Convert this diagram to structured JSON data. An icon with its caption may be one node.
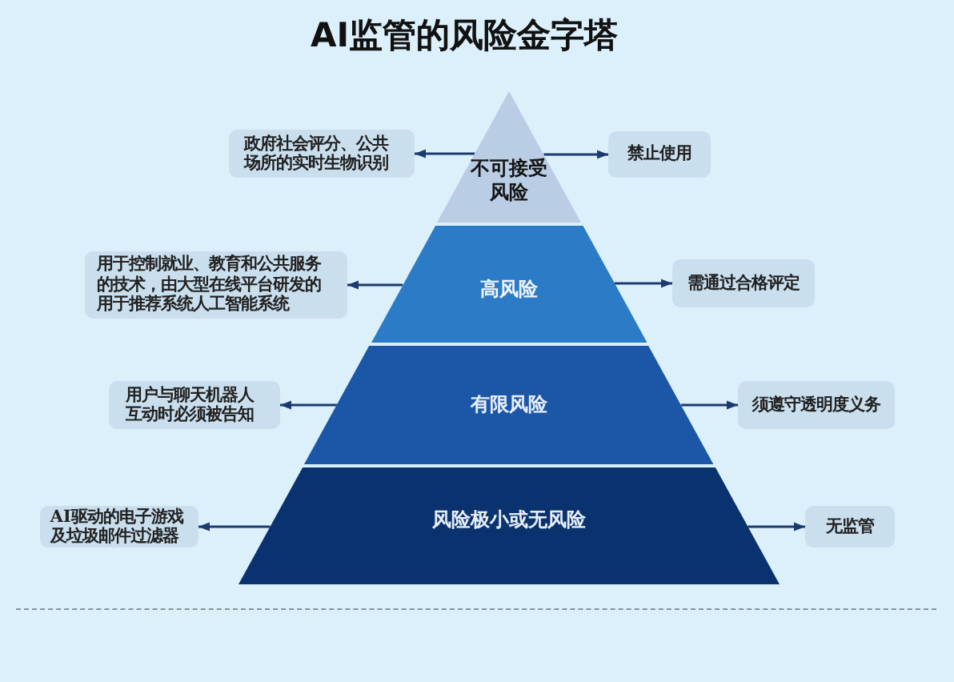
{
  "diagram": {
    "title": "AI监管的风险金字塔",
    "nodes": [
      {
        "text": [
          "政府社会评分、公共场所的实时生物识别"
        ]
      },
      {
        "text": [
          "不可接受风险"
        ]
      },
      {
        "text": [
          "禁止使用"
        ]
      },
      {
        "text": [
          "用于控制就业、教育和公共服务的技术，由大型在线平台研发的用于推荐系统人工智能系统"
        ]
      },
      {
        "text": [
          "高风险"
        ]
      },
      {
        "text": [
          "需通过合格评定"
        ]
      },
      {
        "text": [
          "用户与聊天机器人互动时必须被告知"
        ]
      },
      {
        "text": [
          "有限风险"
        ]
      },
      {
        "text": [
          "须遵守透明度义务"
        ]
      },
      {
        "text": [
          "AI驱动的电子游戏及垃圾邮件过滤器"
        ]
      },
      {
        "text": [
          "风险极小或无风险"
        ]
      },
      {
        "text": [
          "无监管"
        ]
      }
    ],
    "edges": [
      {
        "from": 1,
        "to": 0,
        "arrow": "to"
      },
      {
        "from": 1,
        "to": 2,
        "arrow": "to"
      },
      {
        "from": 4,
        "to": 3,
        "arrow": "to"
      },
      {
        "from": 4,
        "to": 5,
        "arrow": "to"
      },
      {
        "from": 7,
        "to": 6,
        "arrow": "to"
      },
      {
        "from": 7,
        "to": 8,
        "arrow": "to"
      },
      {
        "from": 10,
        "to": 9,
        "arrow": "to"
      },
      {
        "from": 10,
        "to": 11,
        "arrow": "to"
      }
    ]
  }
}
